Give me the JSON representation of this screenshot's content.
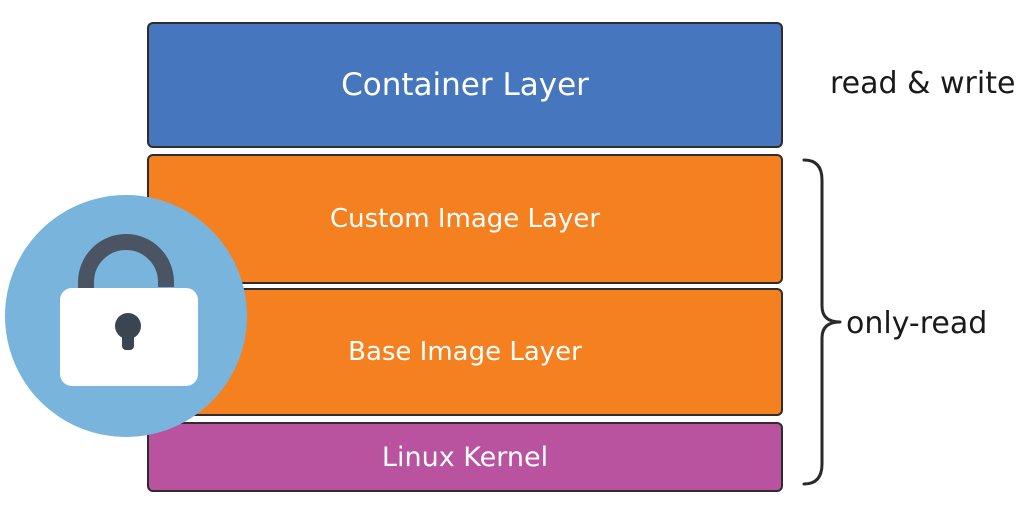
{
  "diagram": {
    "layers": [
      {
        "id": "container",
        "label": "Container Layer",
        "color": "#4677be"
      },
      {
        "id": "custom",
        "label": "Custom Image Layer",
        "color": "#f58020"
      },
      {
        "id": "base",
        "label": "Base Image Layer",
        "color": "#f58020"
      },
      {
        "id": "kernel",
        "label": "Linux Kernel",
        "color": "#b9529f"
      }
    ],
    "annotations": {
      "read_write": "read & write",
      "only_read": "only-read"
    },
    "icons": {
      "lock": "unlocked-padlock-icon",
      "brace": "curly-brace-icon"
    },
    "colors": {
      "lock_circle": "#79b4dd",
      "lock_body": "#ffffff",
      "lock_shackle": "#4a5462",
      "border": "#2d2d2d"
    }
  }
}
